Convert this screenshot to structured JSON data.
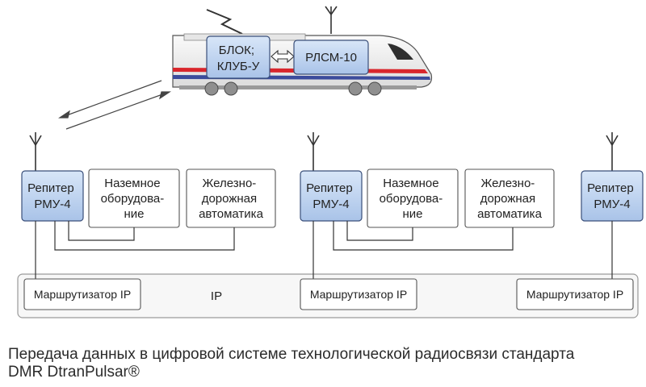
{
  "colors": {
    "blue_fill": "#c4d8f2",
    "blue_stroke": "#3a4f7a",
    "train_stripe_red": "#d9262c",
    "train_stripe_blue": "#3c4c9c",
    "line": "#333333"
  },
  "train": {
    "blok_label_lines": [
      "БЛОК;",
      "КЛУБ-У"
    ],
    "rlsm_label": "РЛСМ-10",
    "icons": [
      "pantograph-icon",
      "antenna-icon",
      "double-arrow-icon",
      "wheel-icon"
    ]
  },
  "stations": [
    {
      "repeater_lines": [
        "Репитер",
        "РМУ-4"
      ],
      "ground_equipment_lines": [
        "Наземное",
        "оборудова-",
        "ние"
      ],
      "railway_automation_lines": [
        "Железно-",
        "дорожная",
        "автоматика"
      ],
      "router_label": "Маршрутизатор IP"
    },
    {
      "repeater_lines": [
        "Репитер",
        "РМУ-4"
      ],
      "ground_equipment_lines": [
        "Наземное",
        "оборудова-",
        "ние"
      ],
      "railway_automation_lines": [
        "Железно-",
        "дорожная",
        "автоматика"
      ],
      "router_label": "Маршрутизатор IP"
    },
    {
      "repeater_lines": [
        "Репитер",
        "РМУ-4"
      ],
      "router_label": "Маршрутизатор IP"
    }
  ],
  "ip_label": "IP",
  "caption_lines": [
    "Передача данных в цифровой системе технологической радиосвязи стандарта",
    "DMR DtranPulsar®"
  ]
}
